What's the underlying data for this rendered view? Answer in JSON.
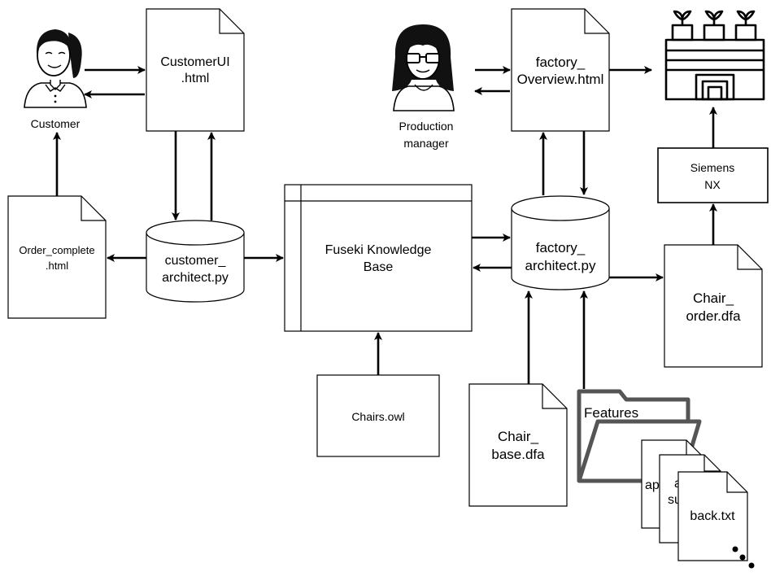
{
  "actors": {
    "customer": {
      "label": "Customer"
    },
    "production_manager": {
      "label_line1": "Production",
      "label_line2": "manager"
    }
  },
  "documents": {
    "customer_ui": {
      "line1": "CustomerUI",
      "line2": ".html"
    },
    "factory_overview": {
      "line1": "factory_",
      "line2": "Overview.html"
    },
    "order_complete": {
      "line1": "Order_complete",
      "line2": ".html"
    },
    "chair_order": {
      "line1": "Chair_",
      "line2": "order.dfa"
    },
    "chairs_owl": {
      "label": "Chairs.owl"
    },
    "chair_base": {
      "line1": "Chair_",
      "line2": "base.dfa"
    },
    "feature_file_1": {
      "label": "ap"
    },
    "feature_file_2": {
      "line1": "a",
      "line2": "su"
    },
    "feature_file_3": {
      "label": "back.txt"
    }
  },
  "scripts": {
    "customer_architect": {
      "line1": "customer_",
      "line2": "architect.py"
    },
    "factory_architect": {
      "line1": "factory_",
      "line2": "architect.py"
    }
  },
  "knowledge_base": {
    "line1": "Fuseki Knowledge",
    "line2": "Base"
  },
  "siemens_nx": {
    "line1": "Siemens",
    "line2": "NX"
  },
  "features_folder": {
    "label": "Features"
  },
  "icons": {
    "customer": "person-ponytail-icon",
    "production_manager": "person-glasses-icon",
    "factory": "factory-icon",
    "folder": "folder-icon"
  }
}
